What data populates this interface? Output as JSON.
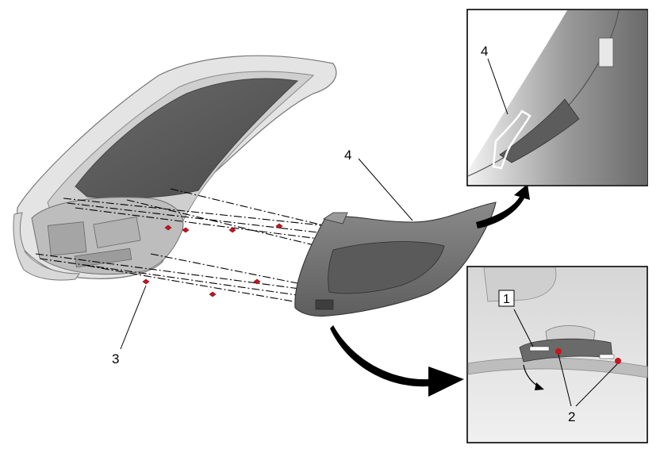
{
  "callouts": {
    "main_trim_panel": "4",
    "fasteners": "3",
    "detail_top_panel": "4",
    "detail_bottom_boxed": "1",
    "detail_bottom_fasteners": "2"
  },
  "colors": {
    "line": "#000000",
    "fastener": "#c8141e",
    "panel_dark": "#6e6e6e",
    "panel_mid": "#8c8c8c",
    "liftgate_light": "#dcdcdc",
    "liftgate_glass": "#5a5a5a",
    "detail_bg": "#e8e8e8"
  }
}
